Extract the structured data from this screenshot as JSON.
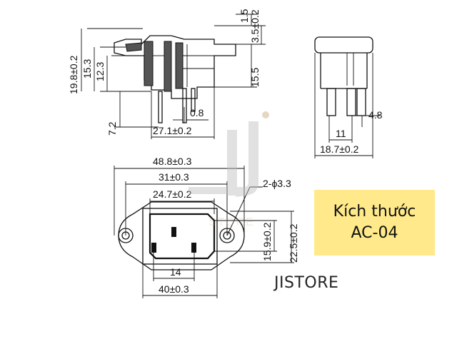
{
  "badge": {
    "line1": "Kích thước",
    "line2": "AC-04"
  },
  "brand": {
    "name": "JISTORE"
  },
  "watermark": {
    "text": "STORE"
  },
  "dims": {
    "side_total_height": "19.8±0.2",
    "side_h1": "15.3",
    "side_h2": "12.3",
    "side_pin": "7.2",
    "side_pin_gap": "0.8",
    "side_width": "27.1±0.2",
    "side_top1": "1.5",
    "side_top2": "3.5±0.2",
    "side_right": "15.5",
    "end_pin": "4.8",
    "end_inner": "11",
    "end_width": "18.7±0.2",
    "front_overall": "48.8±0.3",
    "front_holes": "31±0.3",
    "front_opening": "24.7±0.2",
    "front_holes_dia": "2-ϕ3.3",
    "front_h_inner": "15.9±0.2",
    "front_h_outer": "22.5±0.2",
    "front_pin_pitch": "14",
    "front_body": "40±0.3"
  }
}
